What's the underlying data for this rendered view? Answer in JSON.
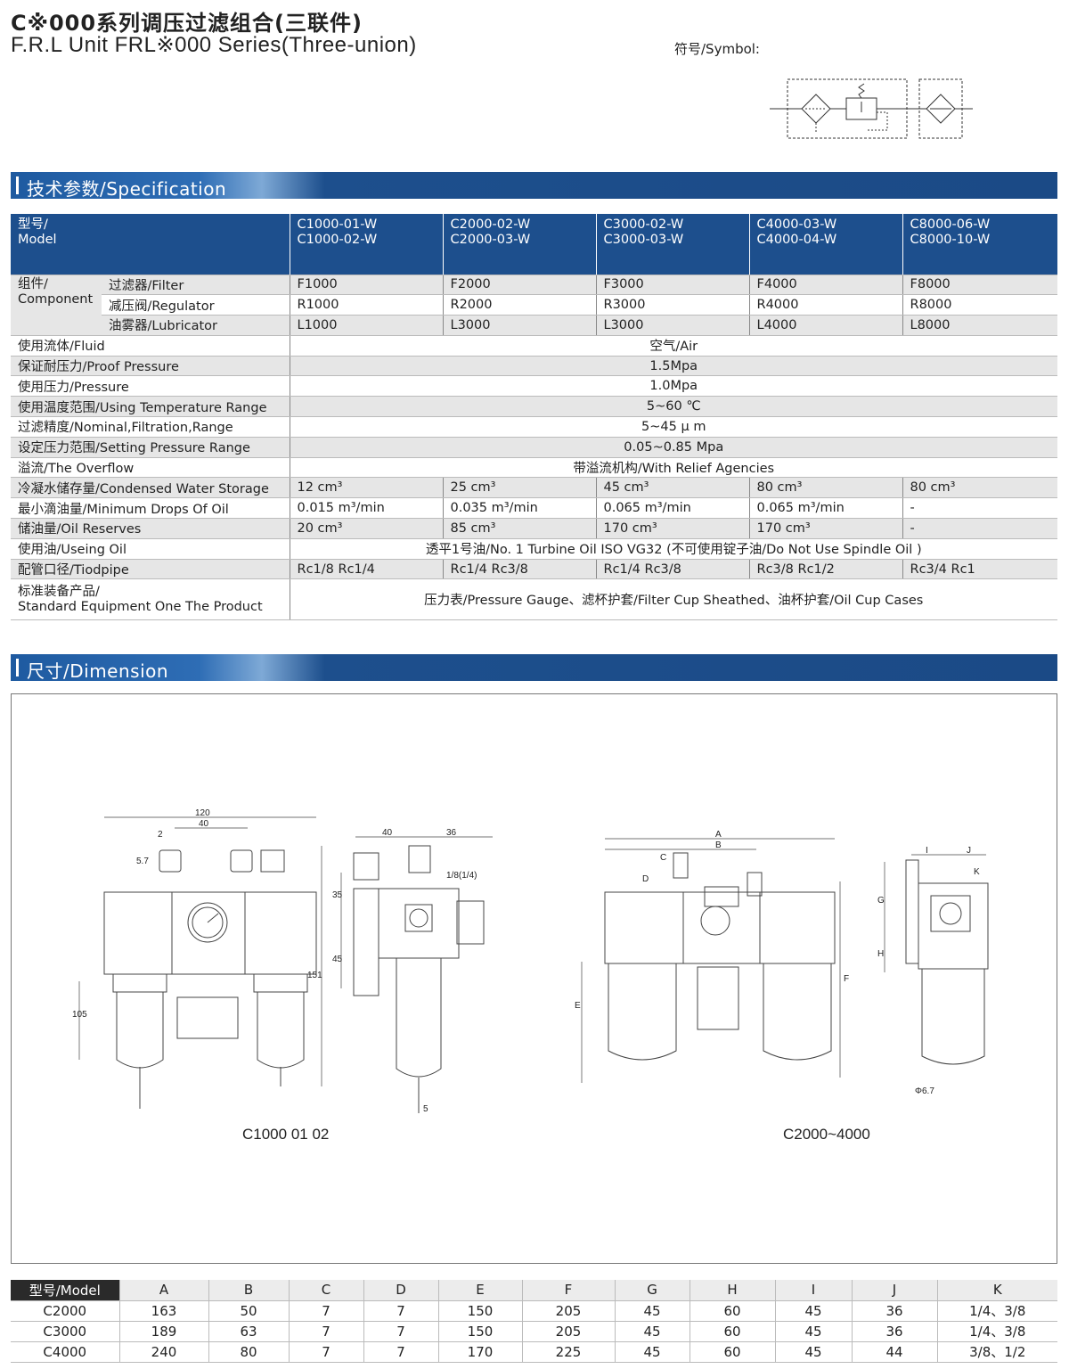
{
  "header": {
    "title_cn": "C※000系列调压过滤组合(三联件)",
    "title_en": "F.R.L Unit FRL※000 Series(Three-union)",
    "symbol_label": "符号/Symbol:"
  },
  "spec_section": {
    "title": "技术参数/Specification",
    "model_label": [
      "型号/",
      "Model"
    ],
    "models": [
      [
        "C1000-01-W",
        "C1000-02-W"
      ],
      [
        "C2000-02-W",
        "C2000-03-W"
      ],
      [
        "C3000-02-W",
        "C3000-03-W"
      ],
      [
        "C4000-03-W",
        "C4000-04-W"
      ],
      [
        "C8000-06-W",
        "C8000-10-W"
      ]
    ],
    "component_label": [
      "组件/",
      "Component"
    ],
    "components": [
      {
        "label": "过滤器/Filter",
        "values": [
          "F1000",
          "F2000",
          "F3000",
          "F4000",
          "F8000"
        ]
      },
      {
        "label": "减压阀/Regulator",
        "values": [
          "R1000",
          "R2000",
          "R3000",
          "R4000",
          "R8000"
        ]
      },
      {
        "label": "油雾器/Lubricator",
        "values": [
          "L1000",
          "L3000",
          "L3000",
          "L4000",
          "L8000"
        ]
      }
    ],
    "shared_rows": [
      {
        "label": "使用流体/Fluid",
        "value": "空气/Air"
      },
      {
        "label": "保证耐压力/Proof Pressure",
        "value": "1.5Mpa"
      },
      {
        "label": "使用压力/Pressure",
        "value": "1.0Mpa"
      },
      {
        "label": "使用温度范围/Using Temperature Range",
        "value": "5~60 ℃"
      },
      {
        "label": "过滤精度/Nominal,Filtration,Range",
        "value": "5~45 μ m"
      },
      {
        "label": "设定压力范围/Setting Pressure Range",
        "value": "0.05~0.85 Mpa"
      },
      {
        "label": "溢流/The Overflow",
        "value": "带溢流机构/With Relief Agencies"
      }
    ],
    "split_rows": [
      {
        "label": "冷凝水储存量/Condensed Water Storage",
        "values": [
          "12 cm³",
          "25 cm³",
          "45 cm³",
          "80 cm³",
          "80 cm³"
        ]
      },
      {
        "label": "最小滴油量/Minimum Drops Of Oil",
        "values": [
          "0.015 m³/min",
          "0.035 m³/min",
          "0.065 m³/min",
          "0.065 m³/min",
          "-"
        ]
      },
      {
        "label": "储油量/Oil Reserves",
        "values": [
          "20 cm³",
          "85 cm³",
          "170 cm³",
          "170 cm³",
          "-"
        ]
      }
    ],
    "oil_row": {
      "label": "使用油/Useing Oil",
      "value": "透平1号油/No. 1 Turbine Oil ISO VG32 (不可使用锭子油/Do Not Use Spindle Oil )"
    },
    "pipe_row": {
      "label": "配管口径/Tiodpipe",
      "values": [
        "Rc1/8   Rc1/4",
        "Rc1/4   Rc3/8",
        "Rc1/4   Rc3/8",
        "Rc3/8   Rc1/2",
        "Rc3/4   Rc1"
      ]
    },
    "equip_row": {
      "label": [
        "标准装备产品/",
        "Standard Equipment One The Product"
      ],
      "value": "压力表/Pressure Gauge、滤杯护套/Filter Cup Sheathed、油杯护套/Oil Cup Cases"
    }
  },
  "dim_section": {
    "title": "尺寸/Dimension",
    "captions": {
      "left": "C1000  01  02",
      "right": "C2000~4000"
    },
    "labels_left": {
      "w120": "120",
      "w40": "40",
      "d2": "2",
      "d57": "5.7",
      "h105": "105",
      "h151": "151",
      "s40": "40",
      "s36": "36",
      "port": "1/8(1/4)",
      "v35": "35",
      "v45": "45",
      "v5": "5"
    },
    "labels_right": {
      "A": "A",
      "B": "B",
      "C": "C",
      "D": "D",
      "E": "E",
      "F": "F",
      "G": "G",
      "H": "H",
      "I": "I",
      "J": "J",
      "K": "K",
      "phi": "Φ6.7"
    },
    "table": {
      "headers": [
        "型号/Model",
        "A",
        "B",
        "C",
        "D",
        "E",
        "F",
        "G",
        "H",
        "I",
        "J",
        "K"
      ],
      "rows": [
        [
          "C2000",
          "163",
          "50",
          "7",
          "7",
          "150",
          "205",
          "45",
          "60",
          "45",
          "36",
          "1/4、3/8"
        ],
        [
          "C3000",
          "189",
          "63",
          "7",
          "7",
          "150",
          "205",
          "45",
          "60",
          "45",
          "36",
          "1/4、3/8"
        ],
        [
          "C4000",
          "240",
          "80",
          "7",
          "7",
          "170",
          "225",
          "45",
          "60",
          "45",
          "44",
          "3/8、1/2"
        ]
      ]
    }
  },
  "colors": {
    "header_blue": "#1d4f8d",
    "row_gray": "#e6e6e6"
  }
}
